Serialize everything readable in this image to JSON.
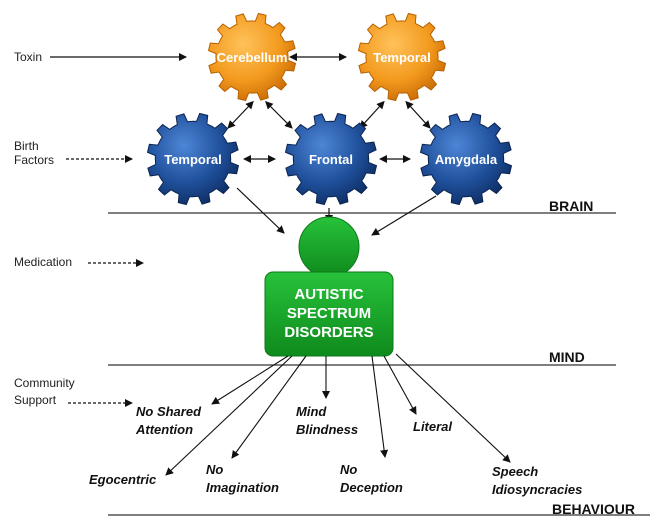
{
  "factors": {
    "toxin": "Toxin",
    "birth_1": "Birth",
    "birth_2": "Factors",
    "medication": "Medication",
    "community_1": "Community",
    "community_2": "Support"
  },
  "gears": {
    "cerebellum": "Cerebellum",
    "temporal_top": "Temporal",
    "temporal_left": "Temporal",
    "frontal": "Frontal",
    "amygdala": "Amygdala"
  },
  "levels": {
    "brain": "BRAIN",
    "mind": "MIND",
    "behaviour": "BEHAVIOUR"
  },
  "center": {
    "line1": "AUTISTIC",
    "line2": "SPECTRUM",
    "line3": "DISORDERS"
  },
  "behaviours": {
    "no_shared_1": "No Shared",
    "no_shared_2": "Attention",
    "mind_blind_1": "Mind",
    "mind_blind_2": "Blindness",
    "literal": "Literal",
    "egocentric": "Egocentric",
    "no_imag_1": "No",
    "no_imag_2": "Imagination",
    "no_decep_1": "No",
    "no_decep_2": "Deception",
    "speech_1": "Speech",
    "speech_2": "Idiosyncracies"
  },
  "colors": {
    "orange_gear": "#f39a1e",
    "blue_gear": "#1f4f9a",
    "asd_green": "#1aa62a"
  }
}
